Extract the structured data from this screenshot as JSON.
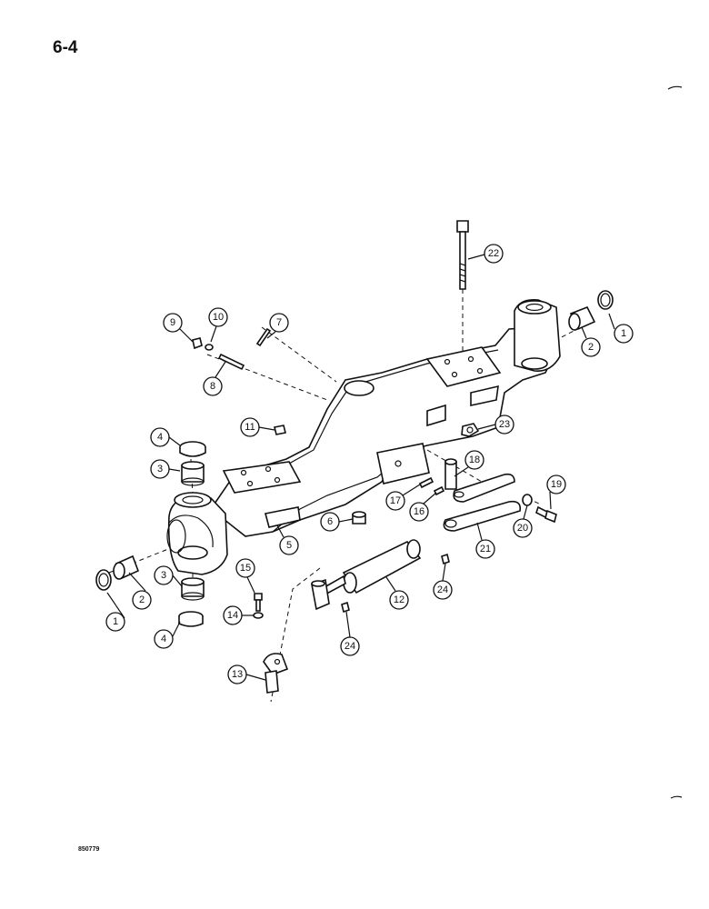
{
  "page": {
    "number": "6-4",
    "ref_code": "850779"
  },
  "callouts": [
    "1",
    "1",
    "2",
    "2",
    "3",
    "3",
    "4",
    "4",
    "5",
    "6",
    "7",
    "8",
    "9",
    "10",
    "11",
    "12",
    "13",
    "14",
    "15",
    "16",
    "17",
    "18",
    "19",
    "20",
    "21",
    "22",
    "23",
    "24",
    "24"
  ]
}
